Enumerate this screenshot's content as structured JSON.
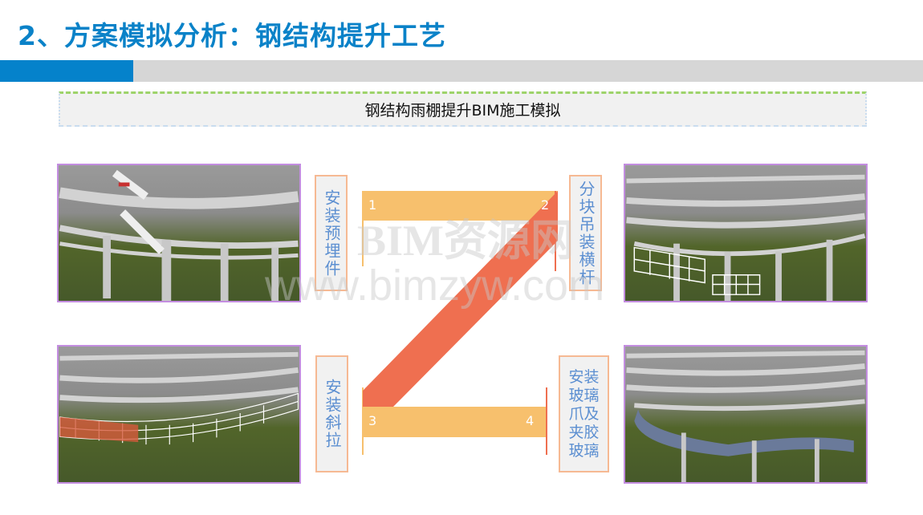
{
  "header": {
    "title": "2、方案模拟分析：钢结构提升工艺"
  },
  "banner": {
    "text": "钢结构雨棚提升BIM施工模拟"
  },
  "steps": [
    {
      "number": "1",
      "label": "安装预埋件"
    },
    {
      "number": "2",
      "label": "分块吊装横杆"
    },
    {
      "number": "3",
      "label": "安装斜拉"
    },
    {
      "number": "4",
      "label": "安装玻璃爪及夹胶玻璃"
    }
  ],
  "step4_lines": [
    "安装",
    "玻璃",
    "爪及",
    "夹胶",
    "玻璃"
  ],
  "watermark": {
    "line1": "BIM资源网",
    "line2": "www.bimzyw.com"
  },
  "colors": {
    "accent": "#0582cb",
    "orange": "#f7c06d",
    "red": "#ef6f50",
    "panel_border": "#c38de0"
  }
}
